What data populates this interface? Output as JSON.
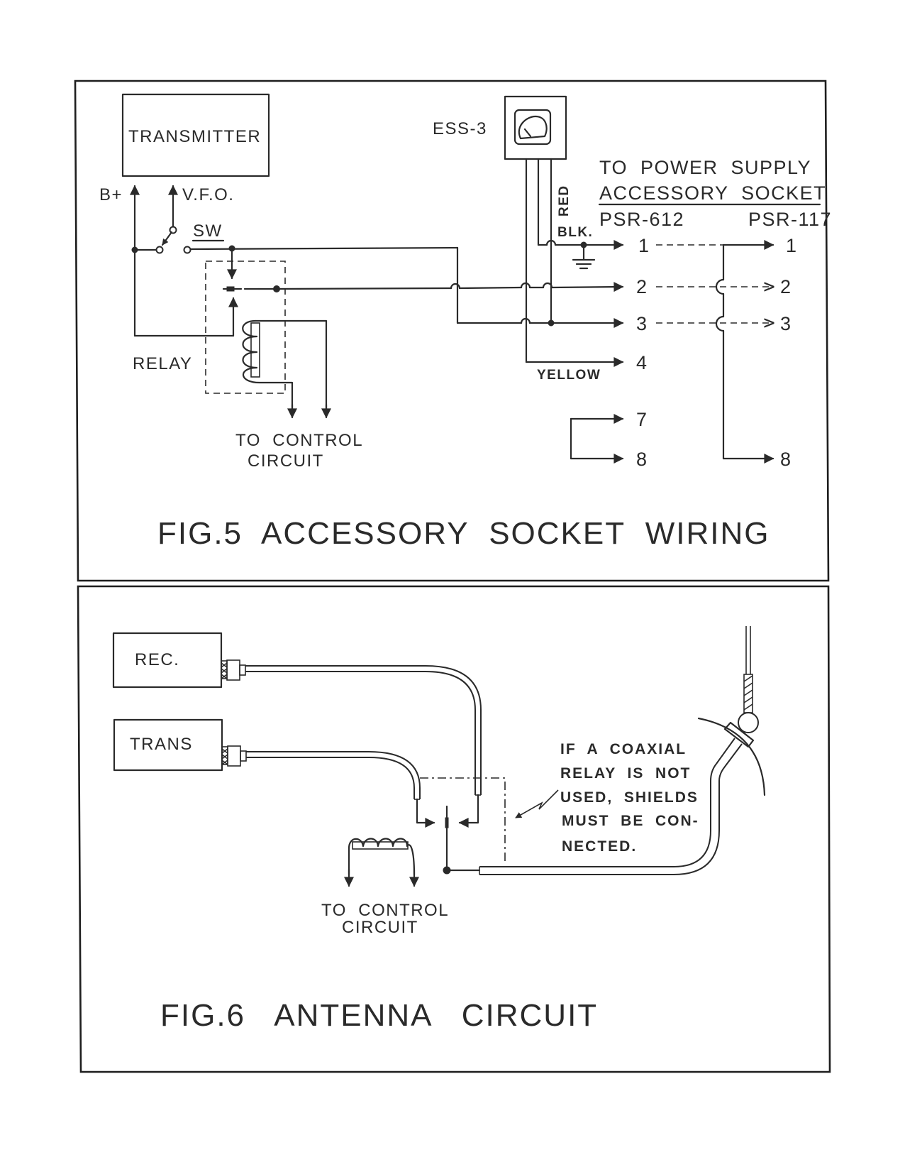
{
  "figures": [
    {
      "id": "fig5",
      "title": "FIG.5  ACCESSORY  SOCKET  WIRING",
      "components": {
        "transmitter": "TRANSMITTER",
        "b_plus": "B+",
        "vfo": "V.F.O.",
        "switch": "SW",
        "relay": "RELAY",
        "to_control_line1": "TO  CONTROL",
        "to_control_line2": "CIRCUIT",
        "meter": "ESS-3",
        "wire_red": "RED",
        "wire_blk": "BLK.",
        "wire_yellow": "YELLOW"
      },
      "power_supply": {
        "heading_line1": "TO  POWER  SUPPLY",
        "heading_line2": "ACCESSORY  SOCKET",
        "model_left": "PSR-612",
        "model_right": "PSR-117",
        "pins_left": [
          "1",
          "2",
          "3",
          "4",
          "7",
          "8"
        ],
        "pins_right": [
          "1",
          "2",
          "3",
          "8"
        ]
      }
    },
    {
      "id": "fig6",
      "title": "FIG.6   ANTENNA   CIRCUIT",
      "components": {
        "receiver": "REC.",
        "transmitter": "TRANS",
        "to_control_line1": "TO  CONTROL",
        "to_control_line2": "CIRCUIT"
      },
      "note_lines": [
        "IF  A  COAXIAL",
        "RELAY  IS  NOT",
        "USED,  SHIELDS",
        "MUST  BE  CON-",
        "NECTED."
      ]
    }
  ]
}
